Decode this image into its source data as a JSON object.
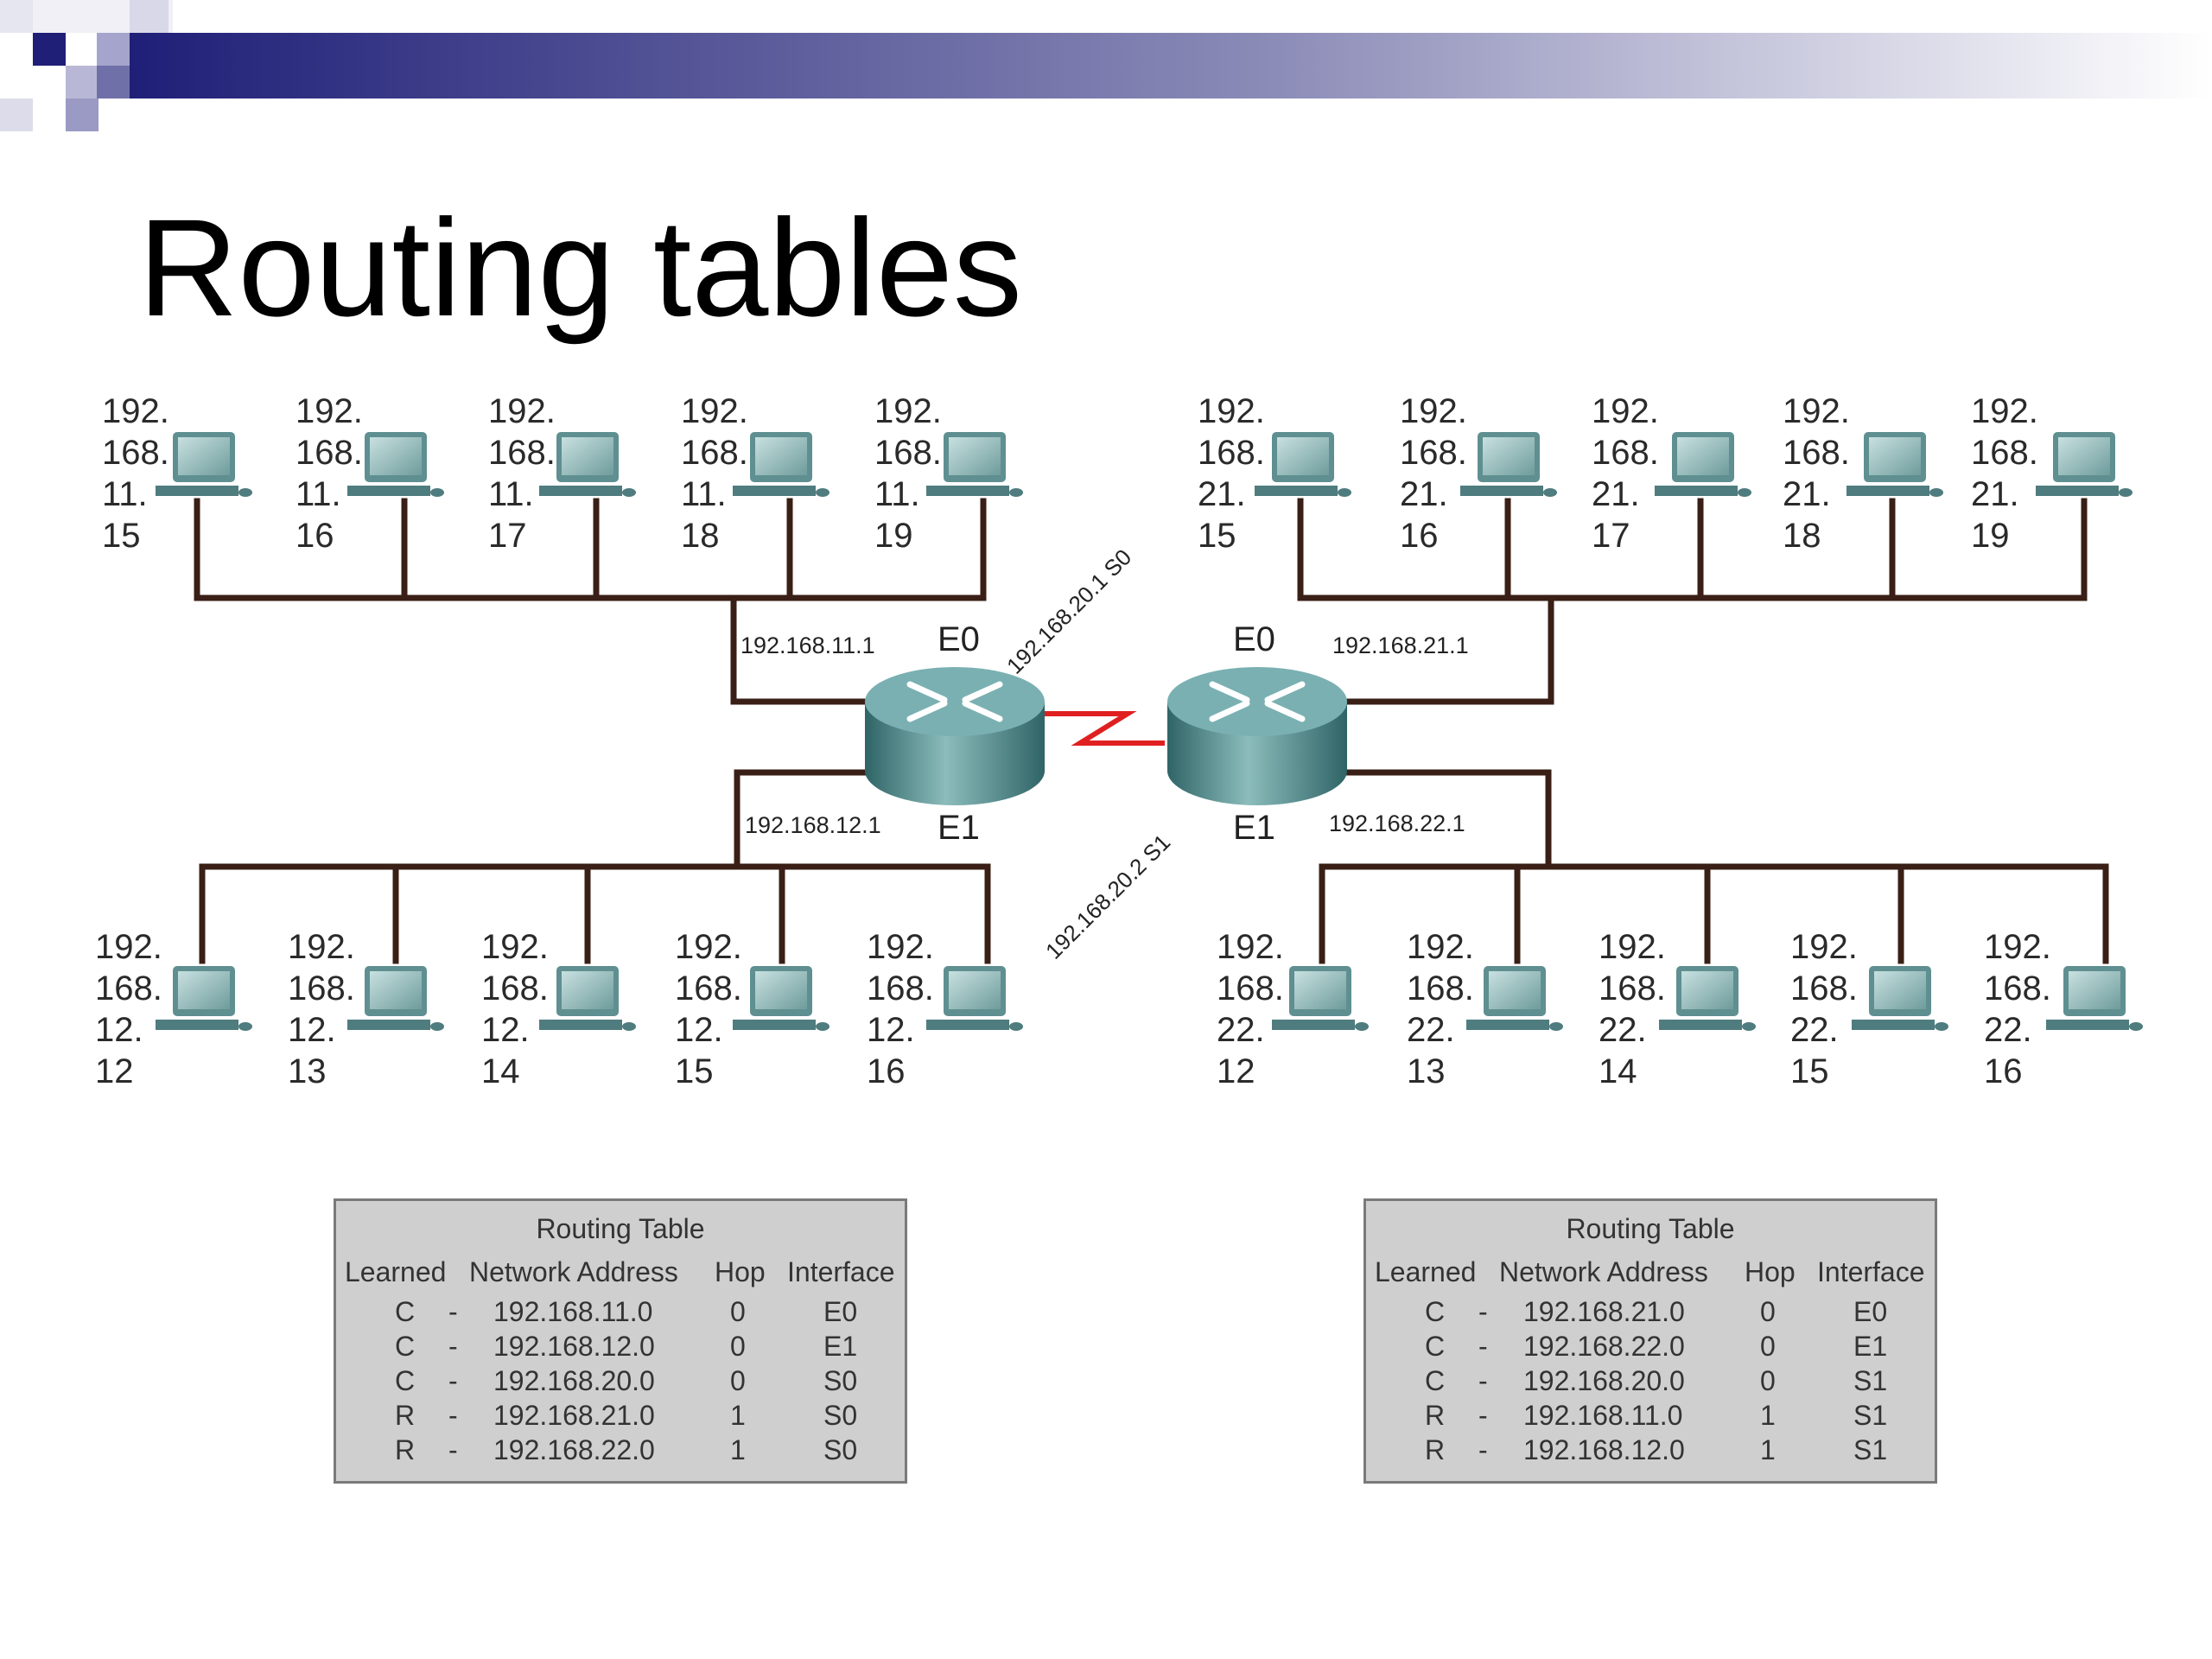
{
  "slide": {
    "title": "Routing tables"
  },
  "colors": {
    "link": "#3a1f16",
    "serial": "#e02020",
    "router": "#4f8a8c",
    "header_accent": "#1f1f78"
  },
  "hosts": {
    "top_left": [
      {
        "line1": "192.",
        "line2": "168.",
        "line3": "11.",
        "line4": "15"
      },
      {
        "line1": "192.",
        "line2": "168.",
        "line3": "11.",
        "line4": "16"
      },
      {
        "line1": "192.",
        "line2": "168.",
        "line3": "11.",
        "line4": "17"
      },
      {
        "line1": "192.",
        "line2": "168.",
        "line3": "11.",
        "line4": "18"
      },
      {
        "line1": "192.",
        "line2": "168.",
        "line3": "11.",
        "line4": "19"
      }
    ],
    "top_right": [
      {
        "line1": "192.",
        "line2": "168.",
        "line3": "21.",
        "line4": "15"
      },
      {
        "line1": "192.",
        "line2": "168.",
        "line3": "21.",
        "line4": "16"
      },
      {
        "line1": "192.",
        "line2": "168.",
        "line3": "21.",
        "line4": "17"
      },
      {
        "line1": "192.",
        "line2": "168.",
        "line3": "21.",
        "line4": "18"
      },
      {
        "line1": "192.",
        "line2": "168.",
        "line3": "21.",
        "line4": "19"
      }
    ],
    "bottom_left": [
      {
        "line1": "192.",
        "line2": "168.",
        "line3": "12.",
        "line4": "12"
      },
      {
        "line1": "192.",
        "line2": "168.",
        "line3": "12.",
        "line4": "13"
      },
      {
        "line1": "192.",
        "line2": "168.",
        "line3": "12.",
        "line4": "14"
      },
      {
        "line1": "192.",
        "line2": "168.",
        "line3": "12.",
        "line4": "15"
      },
      {
        "line1": "192.",
        "line2": "168.",
        "line3": "12.",
        "line4": "16"
      }
    ],
    "bottom_right": [
      {
        "line1": "192.",
        "line2": "168.",
        "line3": "22.",
        "line4": "12"
      },
      {
        "line1": "192.",
        "line2": "168.",
        "line3": "22.",
        "line4": "13"
      },
      {
        "line1": "192.",
        "line2": "168.",
        "line3": "22.",
        "line4": "14"
      },
      {
        "line1": "192.",
        "line2": "168.",
        "line3": "22.",
        "line4": "15"
      },
      {
        "line1": "192.",
        "line2": "168.",
        "line3": "22.",
        "line4": "16"
      }
    ]
  },
  "router_a": {
    "e0_ip": "192.168.11.1",
    "e0": "E0",
    "e1_ip": "192.168.12.1",
    "e1": "E1",
    "s0_label": "192.168.20.1 S0"
  },
  "router_b": {
    "e0_ip": "192.168.21.1",
    "e0": "E0",
    "e1_ip": "192.168.22.1",
    "e1": "E1",
    "s1_label": "192.168.20.2 S1"
  },
  "tables": [
    {
      "title": "Routing Table",
      "headers": {
        "learned": "Learned",
        "network": "Network Address",
        "hop": "Hop",
        "iface": "Interface"
      },
      "rows": [
        {
          "learned": "C",
          "dash": "-",
          "network": "192.168.11.0",
          "hop": "0",
          "iface": "E0"
        },
        {
          "learned": "C",
          "dash": "-",
          "network": "192.168.12.0",
          "hop": "0",
          "iface": "E1"
        },
        {
          "learned": "C",
          "dash": "-",
          "network": "192.168.20.0",
          "hop": "0",
          "iface": "S0"
        },
        {
          "learned": "R",
          "dash": "-",
          "network": "192.168.21.0",
          "hop": "1",
          "iface": "S0"
        },
        {
          "learned": "R",
          "dash": "-",
          "network": "192.168.22.0",
          "hop": "1",
          "iface": "S0"
        }
      ]
    },
    {
      "title": "Routing Table",
      "headers": {
        "learned": "Learned",
        "network": "Network Address",
        "hop": "Hop",
        "iface": "Interface"
      },
      "rows": [
        {
          "learned": "C",
          "dash": "-",
          "network": "192.168.21.0",
          "hop": "0",
          "iface": "E0"
        },
        {
          "learned": "C",
          "dash": "-",
          "network": "192.168.22.0",
          "hop": "0",
          "iface": "E1"
        },
        {
          "learned": "C",
          "dash": "-",
          "network": "192.168.20.0",
          "hop": "0",
          "iface": "S1"
        },
        {
          "learned": "R",
          "dash": "-",
          "network": "192.168.11.0",
          "hop": "1",
          "iface": "S1"
        },
        {
          "learned": "R",
          "dash": "-",
          "network": "192.168.12.0",
          "hop": "1",
          "iface": "S1"
        }
      ]
    }
  ]
}
